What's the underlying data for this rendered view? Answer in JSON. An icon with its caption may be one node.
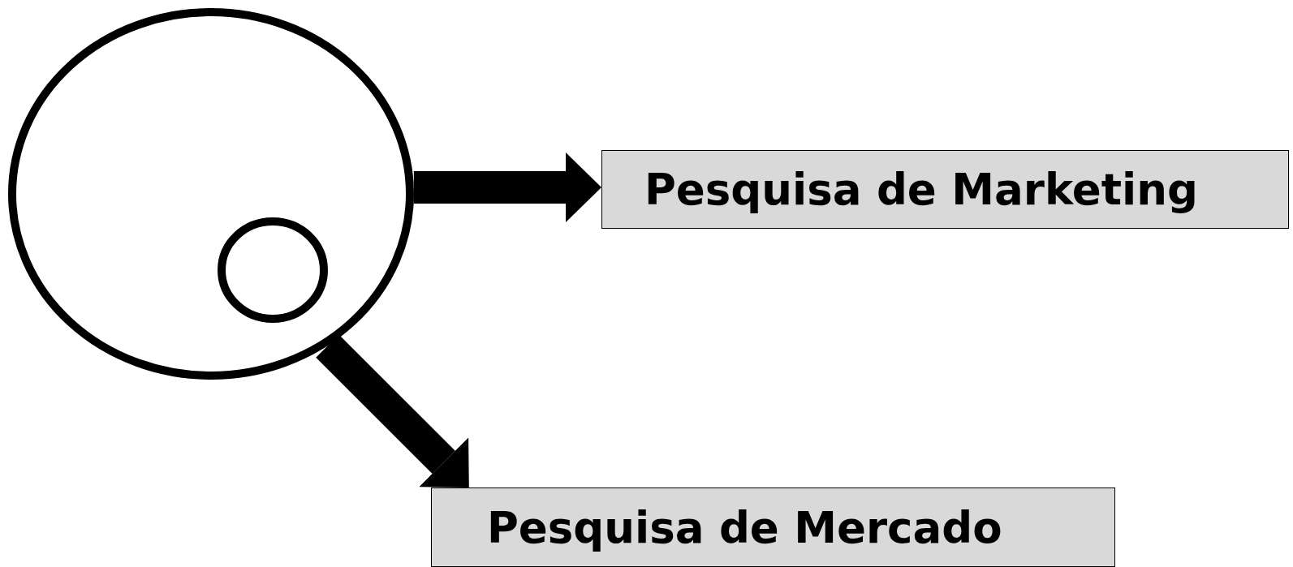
{
  "diagram": {
    "nodes": [
      {
        "text": [],
        "shape": "circle"
      },
      {
        "text": [],
        "shape": "circle",
        "in": 0
      },
      {
        "text": [
          "Pesquisa de Marketing"
        ]
      },
      {
        "text": [
          "Pesquisa de Mercado"
        ]
      }
    ],
    "edges": [
      {
        "from": 0,
        "to": 2,
        "arrow": "to"
      },
      {
        "from": 0,
        "to": 3,
        "arrow": "to"
      }
    ]
  }
}
